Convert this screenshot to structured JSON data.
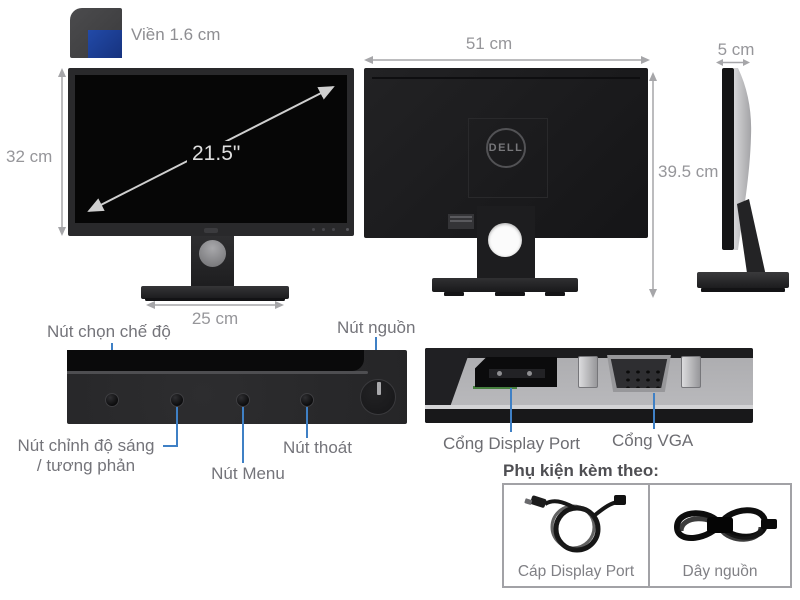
{
  "bezel_callout": {
    "label": "Viền 1.6 cm"
  },
  "front_view": {
    "height": "32 cm",
    "diagonal": "21.5\"",
    "stand_width": "25 cm"
  },
  "back_view": {
    "width": "51 cm",
    "height": "39.5 cm",
    "logo": "DELL"
  },
  "side_view": {
    "depth": "5 cm"
  },
  "controls": {
    "mode": "Nút chọn chế độ",
    "power": "Nút nguồn",
    "brightness_line1": "Nút chỉnh độ sáng",
    "brightness_line2": "/ tương phản",
    "menu": "Nút Menu",
    "exit": "Nút thoát"
  },
  "ports": {
    "displayport": "Cổng Display Port",
    "vga": "Cổng VGA"
  },
  "accessories": {
    "title": "Phụ kiện kèm theo:",
    "items": [
      {
        "label": "Cáp Display Port"
      },
      {
        "label": "Dây nguồn"
      }
    ]
  },
  "colors": {
    "pointer_blue": "#3f80c5",
    "dimension_gray": "#96969a",
    "label_gray": "#74747a",
    "screen_blue": "#1d3e96"
  }
}
